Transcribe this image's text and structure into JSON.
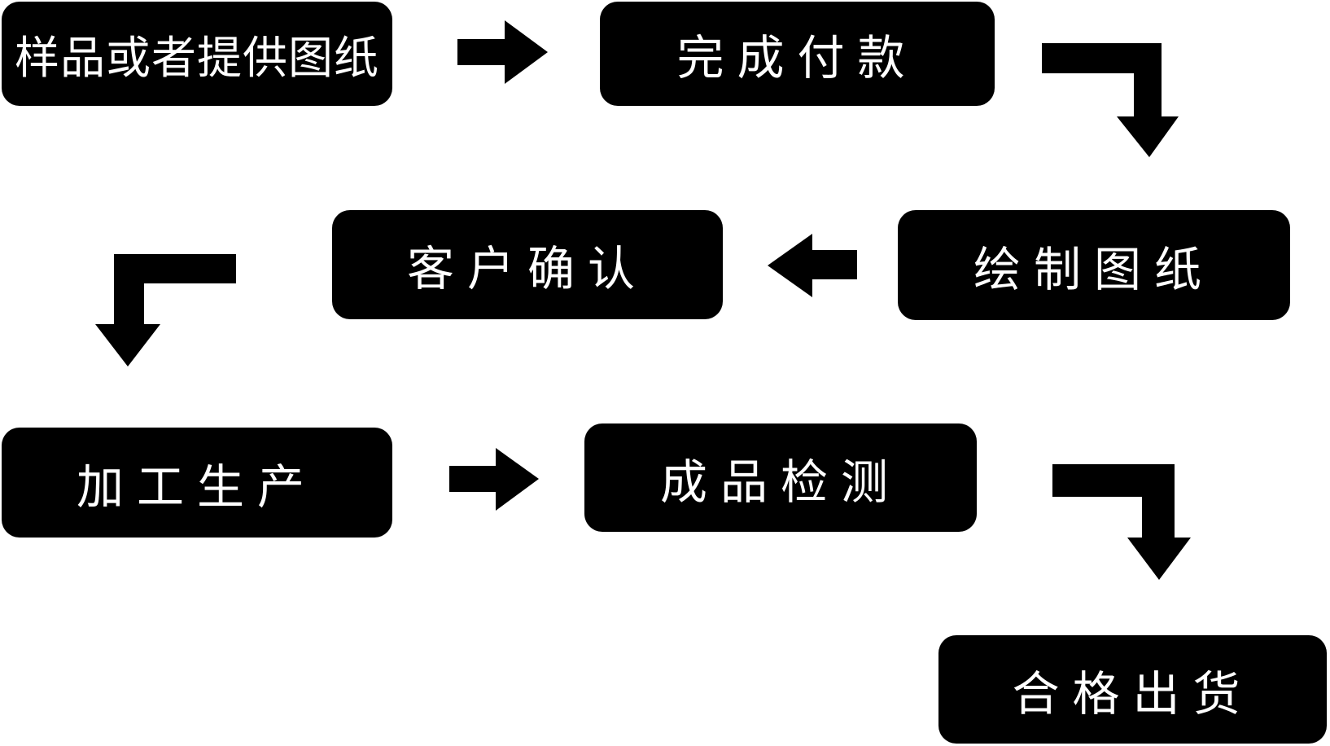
{
  "colors": {
    "background": "#ffffff",
    "node_fill": "#000000",
    "node_text": "#ffffff",
    "arrow": "#000000"
  },
  "flowchart": {
    "title": "",
    "nodes": [
      {
        "id": "sample-or-drawing",
        "label": "样品或者提供图纸"
      },
      {
        "id": "complete-payment",
        "label": "完成付款"
      },
      {
        "id": "draw-drawings",
        "label": "绘制图纸"
      },
      {
        "id": "customer-confirmation",
        "label": "客户确认"
      },
      {
        "id": "processing-production",
        "label": "加工生产"
      },
      {
        "id": "product-inspection",
        "label": "成品检测"
      },
      {
        "id": "qualified-shipment",
        "label": "合格出货"
      }
    ],
    "edges": [
      {
        "from": "sample-or-drawing",
        "to": "complete-payment",
        "arrow": "right"
      },
      {
        "from": "complete-payment",
        "to": "draw-drawings",
        "arrow": "elbow-right-down"
      },
      {
        "from": "draw-drawings",
        "to": "customer-confirmation",
        "arrow": "left"
      },
      {
        "from": "customer-confirmation",
        "to": "processing-production",
        "arrow": "elbow-left-down"
      },
      {
        "from": "processing-production",
        "to": "product-inspection",
        "arrow": "right"
      },
      {
        "from": "product-inspection",
        "to": "qualified-shipment",
        "arrow": "elbow-right-down"
      }
    ]
  }
}
